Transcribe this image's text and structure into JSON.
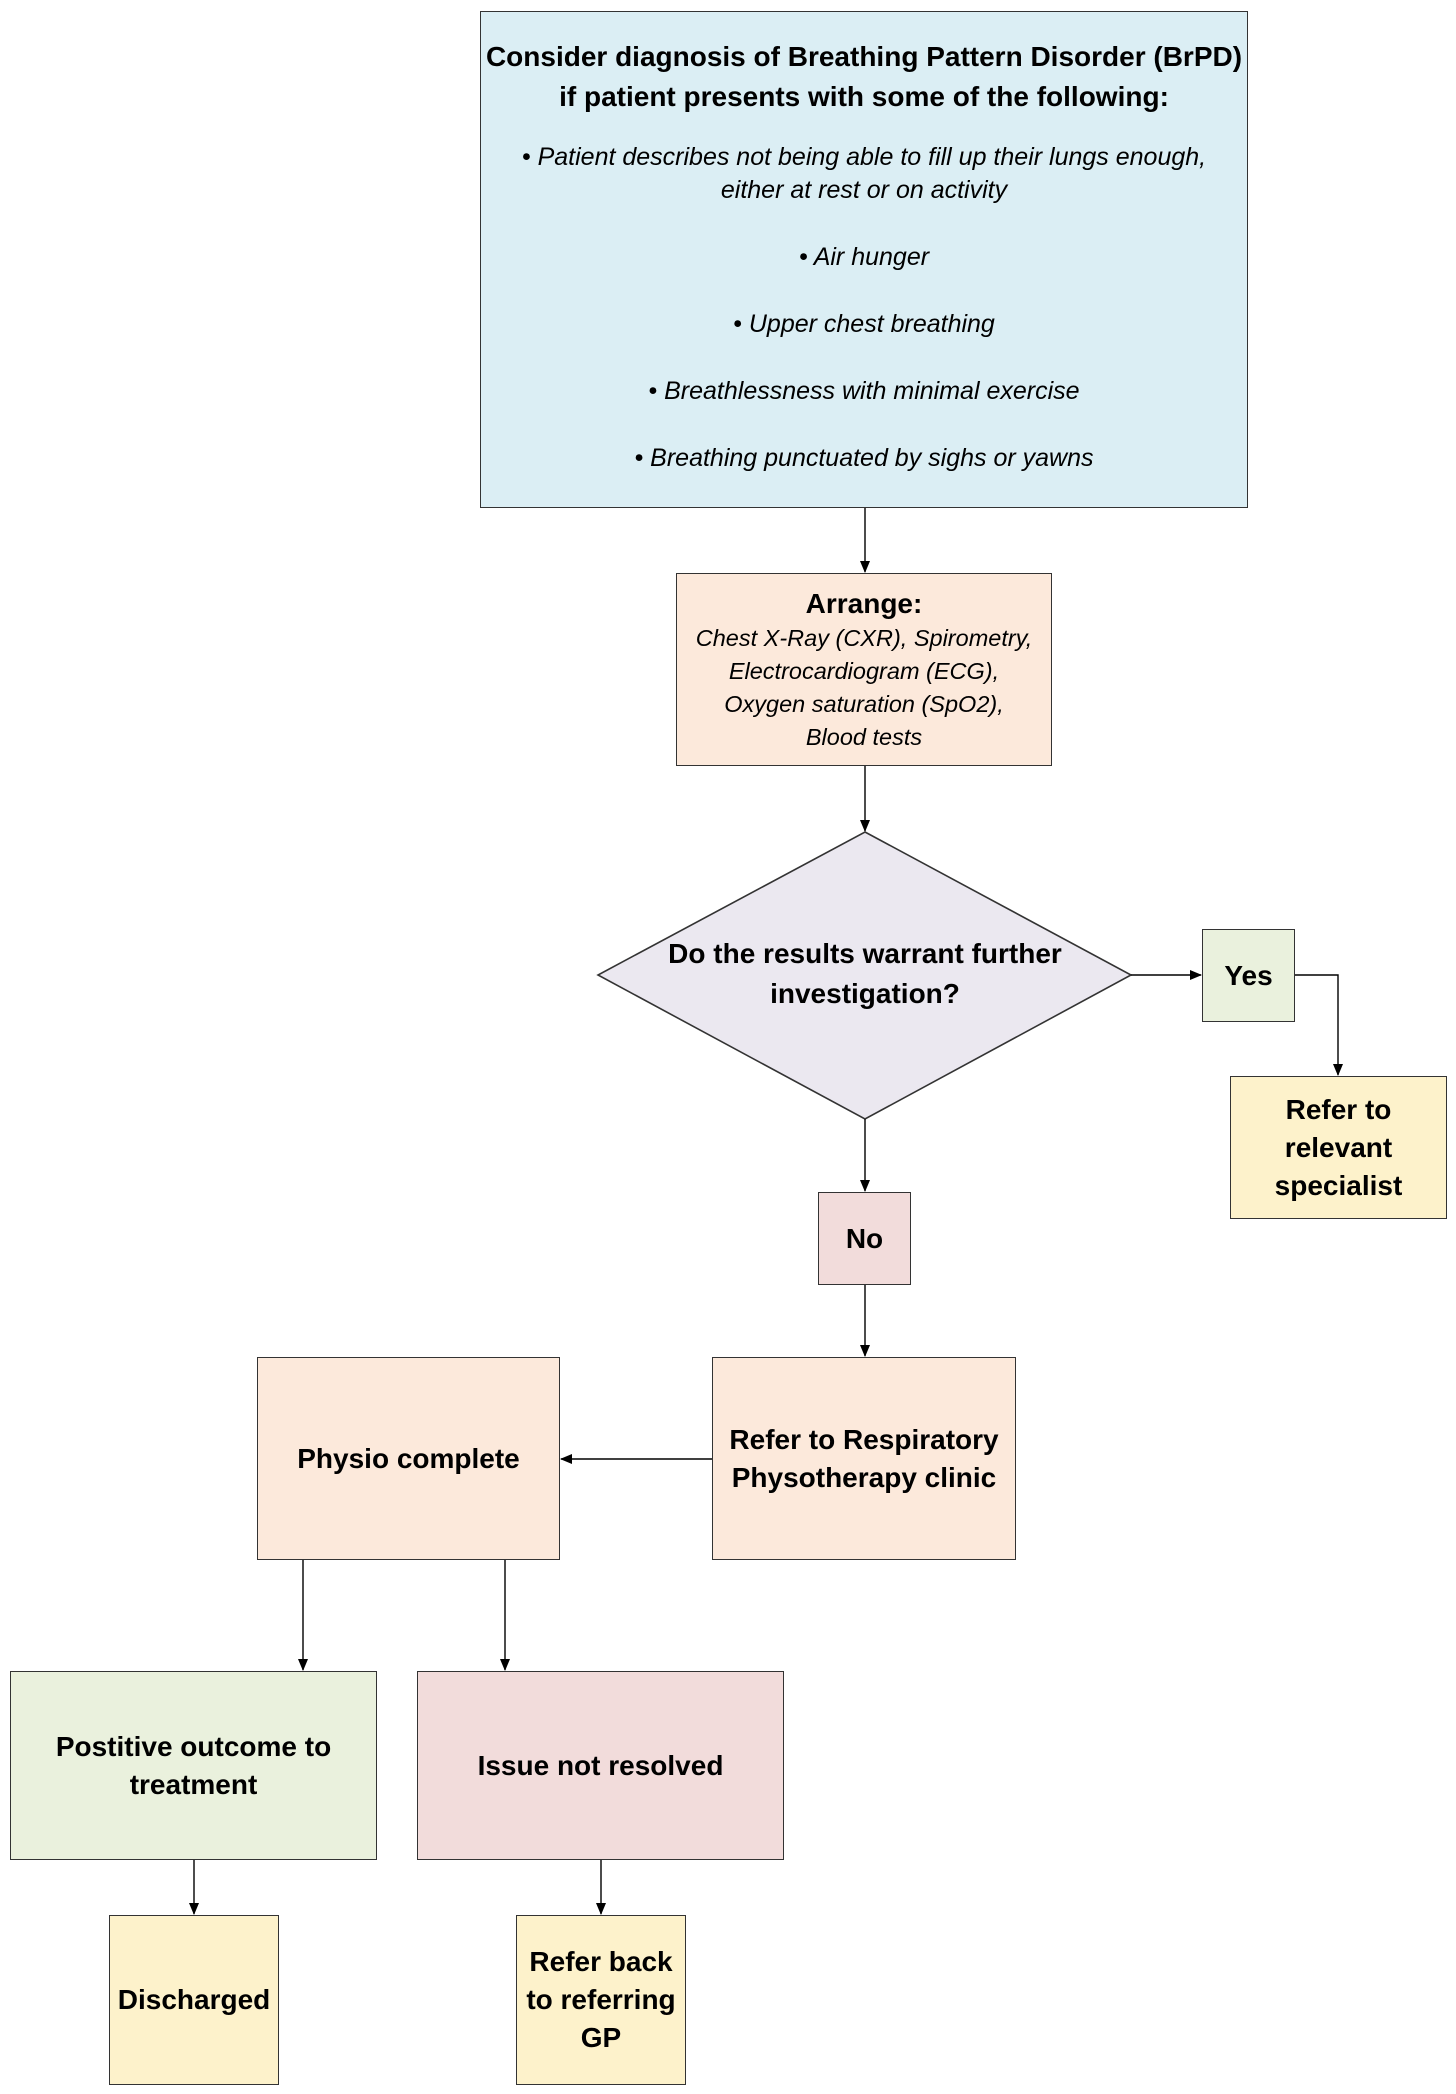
{
  "intro": {
    "heading_line1": "Consider diagnosis of Breathing Pattern Disorder (BrPD)",
    "heading_line2": "if patient presents with some of the following:",
    "bullets": [
      "• Patient describes not being able to fill up their lungs enough,",
      "either at rest or on activity",
      "• Air hunger",
      "• Upper chest breathing",
      "• Breathlessness with minimal exercise",
      "• Breathing punctuated by sighs or yawns"
    ]
  },
  "arrange": {
    "title": "Arrange:",
    "lines": [
      "Chest X-Ray (CXR), Spirometry,",
      "Electrocardiogram (ECG),",
      "Oxygen saturation (SpO2),",
      "Blood tests"
    ]
  },
  "decision": {
    "line1": "Do the results warrant further",
    "line2": "investigation?"
  },
  "yes": {
    "label": "Yes"
  },
  "specialist": {
    "line1": "Refer to",
    "line2": "relevant",
    "line3": "specialist"
  },
  "no": {
    "label": "No"
  },
  "refer_resp": {
    "line1": "Refer to Respiratory",
    "line2": "Physotherapy clinic"
  },
  "physio": {
    "label": "Physio complete"
  },
  "positive": {
    "line1": "Postitive outcome to",
    "line2": "treatment"
  },
  "unresolved": {
    "label": "Issue not resolved"
  },
  "discharged": {
    "label": "Discharged"
  },
  "referback": {
    "line1": "Refer back",
    "line2": "to referring",
    "line3": "GP"
  },
  "colors": {
    "blue_box": "#dbeef4",
    "peach_box": "#fce9db",
    "lavender_diamond": "#ebe8f0",
    "green_box": "#eaf1dd",
    "pink_box": "#f2dcdb",
    "yellow_box": "#fdf2cb"
  }
}
